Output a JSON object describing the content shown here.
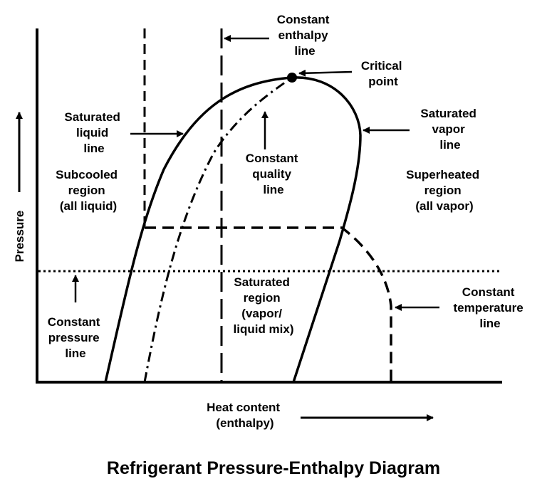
{
  "title": "Refrigerant Pressure-Enthalpy Diagram",
  "axes": {
    "y_label": "Pressure",
    "x_label_lines": [
      "Heat content",
      "(enthalpy)"
    ]
  },
  "labels": {
    "constant_enthalpy_line": [
      "Constant",
      "enthalpy",
      "line"
    ],
    "critical_point": [
      "Critical",
      "point"
    ],
    "saturated_liquid_line": [
      "Saturated",
      "liquid",
      "line"
    ],
    "saturated_vapor_line": [
      "Saturated",
      "vapor",
      "line"
    ],
    "constant_quality_line": [
      "Constant",
      "quality",
      "line"
    ],
    "subcooled_region": [
      "Subcooled",
      "region",
      "(all liquid)"
    ],
    "superheated_region": [
      "Superheated",
      "region",
      "(all vapor)"
    ],
    "saturated_region": [
      "Saturated",
      "region",
      "(vapor/",
      "liquid mix)"
    ],
    "constant_pressure_line": [
      "Constant",
      "pressure",
      "line"
    ],
    "constant_temperature_line": [
      "Constant",
      "temperature",
      "line"
    ]
  }
}
